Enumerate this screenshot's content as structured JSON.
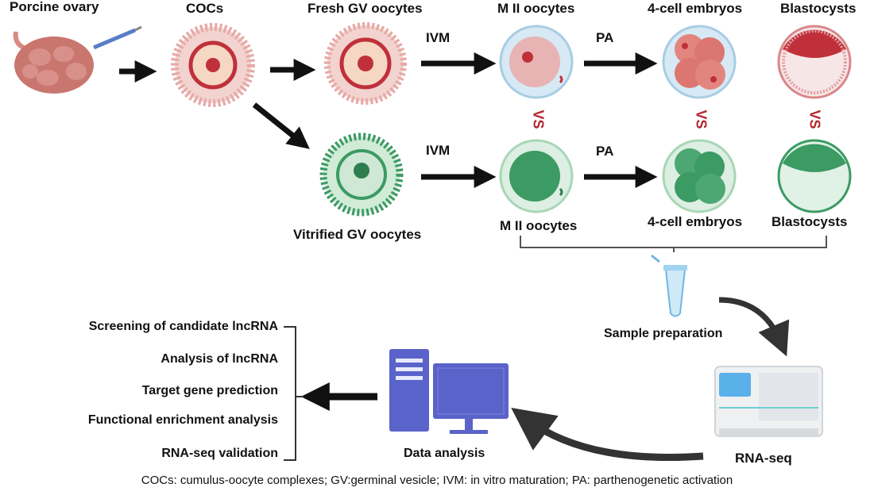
{
  "stages": {
    "ovary": "Porcine ovary",
    "cocs": "COCs",
    "fresh_gv": "Fresh GV oocytes",
    "mii_top": "M II oocytes",
    "four_cell_top": "4-cell embryos",
    "blast_top": "Blastocysts",
    "vitrified_gv": "Vitrified GV oocytes",
    "mii_bottom": "M II oocytes",
    "four_cell_bottom": "4-cell embryos",
    "blast_bottom": "Blastocysts"
  },
  "arrows": {
    "ivm_top": "IVM",
    "pa_top": "PA",
    "ivm_bottom": "IVM",
    "pa_bottom": "PA"
  },
  "vs": [
    "VS",
    "VS",
    "VS"
  ],
  "workflow": {
    "sample_prep": "Sample preparation",
    "rna_seq": "RNA-seq",
    "data_analysis": "Data analysis"
  },
  "analysis_items": [
    "Screening of candidate lncRNA",
    "Analysis of lncRNA",
    "Target gene prediction",
    "Functional enrichment analysis",
    "RNA-seq validation"
  ],
  "legend": "COCs: cumulus-oocyte complexes;  GV:germinal vesicle;  IVM: in vitro maturation;  PA: parthenogenetic activation",
  "colors": {
    "fresh_red": "#c0303a",
    "fresh_pink": "#e9b3b0",
    "vitrified_green": "#3c9a63",
    "vitrified_light": "#cfe8d6",
    "vs_red": "#b3262e",
    "computer_blue": "#5a63c9"
  }
}
